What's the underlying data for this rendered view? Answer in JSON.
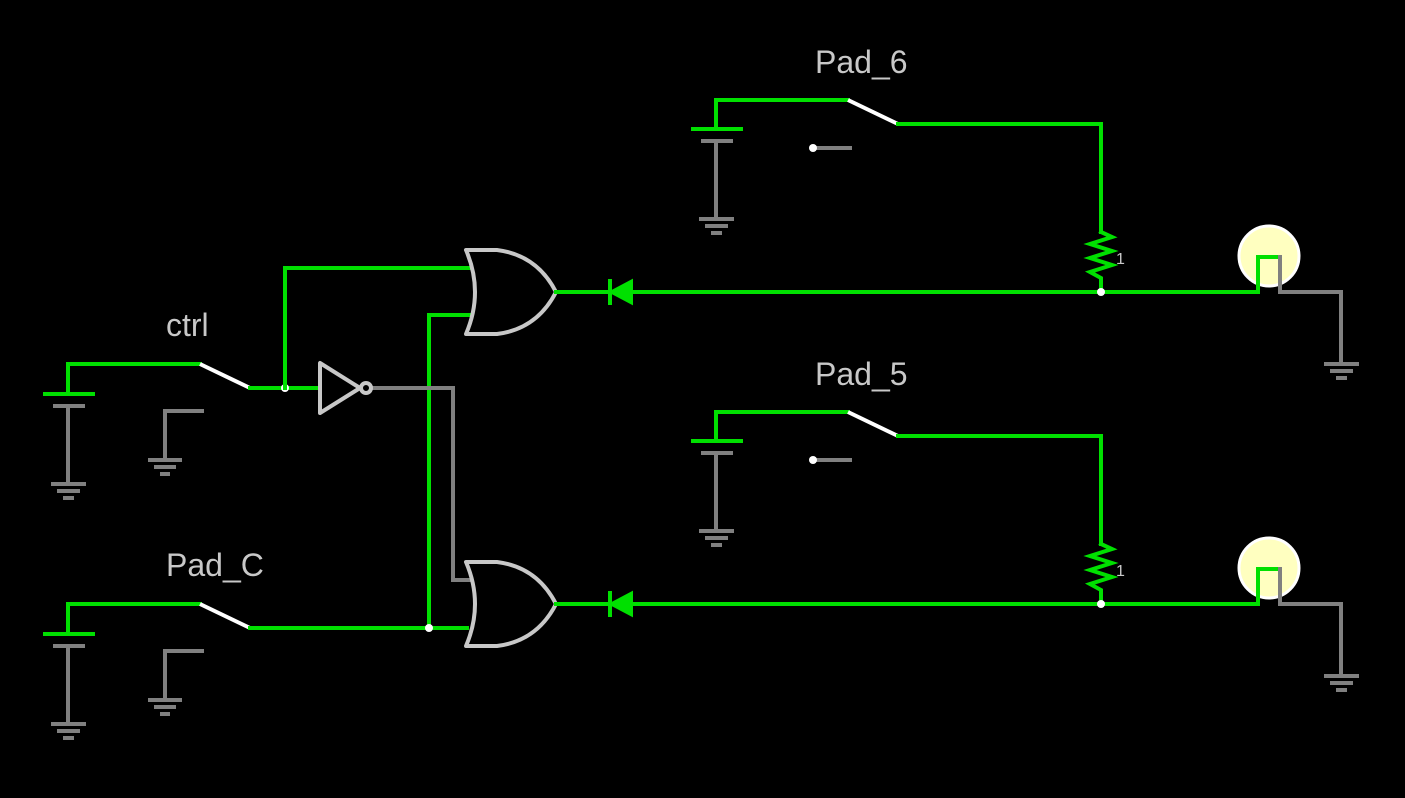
{
  "colors": {
    "background": "#000000",
    "active_wire": "#00e000",
    "inactive_wire": "#808080",
    "component_outline": "#c8c8c8",
    "switch_blade": "#ffffff",
    "lamp_lit": "#ffffc0"
  },
  "switches": [
    {
      "label": "ctrl",
      "state": "closed-to-high"
    },
    {
      "label": "Pad_C",
      "state": "closed-to-high"
    },
    {
      "label": "Pad_6",
      "state": "closed-to-high"
    },
    {
      "label": "Pad_5",
      "state": "closed-to-high"
    }
  ],
  "resistors": [
    {
      "value_label": "1"
    },
    {
      "value_label": "1"
    }
  ],
  "gates": [
    {
      "type": "NOT",
      "output": "low"
    },
    {
      "type": "OR",
      "output": "high"
    },
    {
      "type": "OR",
      "output": "high"
    }
  ],
  "diodes": [
    {
      "direction": "right-to-left"
    },
    {
      "direction": "right-to-left"
    }
  ],
  "lamps": [
    {
      "state": "on"
    },
    {
      "state": "on"
    }
  ]
}
